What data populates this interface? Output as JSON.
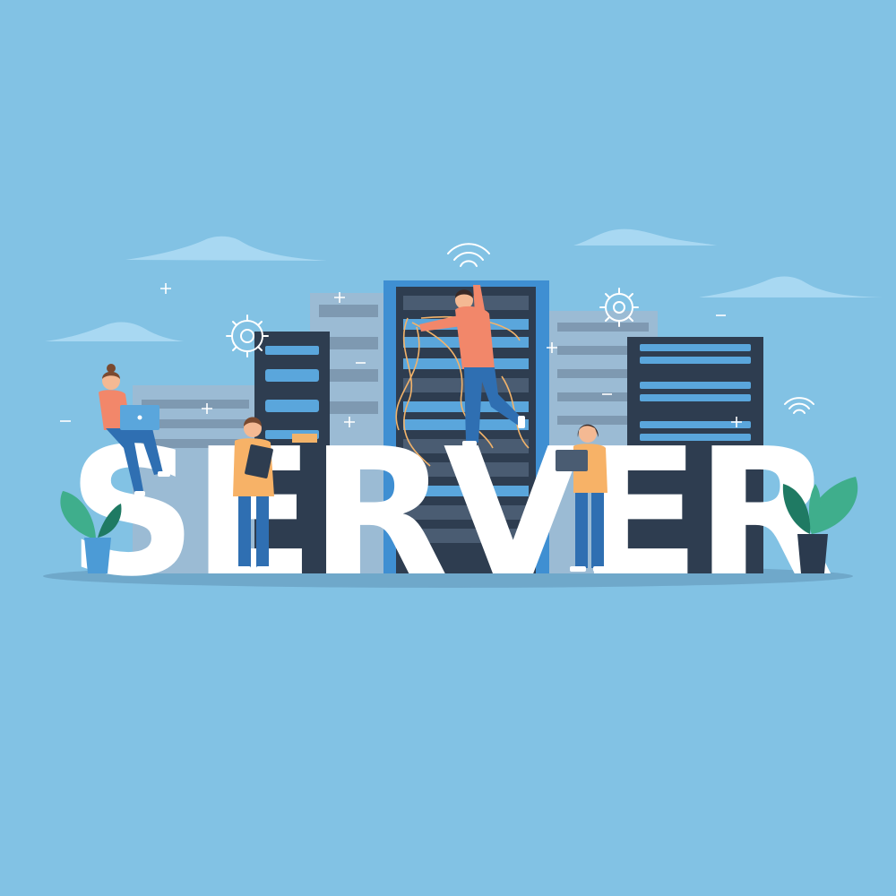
{
  "title": {
    "text": "SERVER"
  },
  "colors": {
    "background": "#82c2e4",
    "cloud": "#a8d8f2",
    "lettering": "#ffffff",
    "rack_dark": "#2e3d50",
    "rack_mid": "#4a5c72",
    "rack_light": "#9bbbd4",
    "rack_accent": "#3f8fd2",
    "server_unit": "#5aa6dc",
    "led": "#7ec8f0",
    "cable": "#f2b36a",
    "skin": "#f4b993",
    "shirt_coral": "#f2876a",
    "shirt_orange": "#f7b267",
    "pants_blue": "#2f6fb2",
    "hair_dark": "#3a2a26",
    "hair_brown": "#7a4a30",
    "plant_green": "#3fae8c",
    "plant_dark_green": "#1f7a63",
    "pot_blue": "#4c9bd6",
    "pot_dark": "#2b3a4e",
    "ground_shadow": "#6fa8ca",
    "decor_white": "#ffffff"
  },
  "icons": [
    "gear-icon-left",
    "gear-icon-right",
    "wifi-icon-top",
    "wifi-icon-right",
    "sparkle-plus-icons",
    "sparkle-minus-icons"
  ],
  "people": [
    "person-sitting-with-laptop",
    "person-holding-tablet",
    "person-connecting-cables",
    "person-standing-with-laptop"
  ]
}
